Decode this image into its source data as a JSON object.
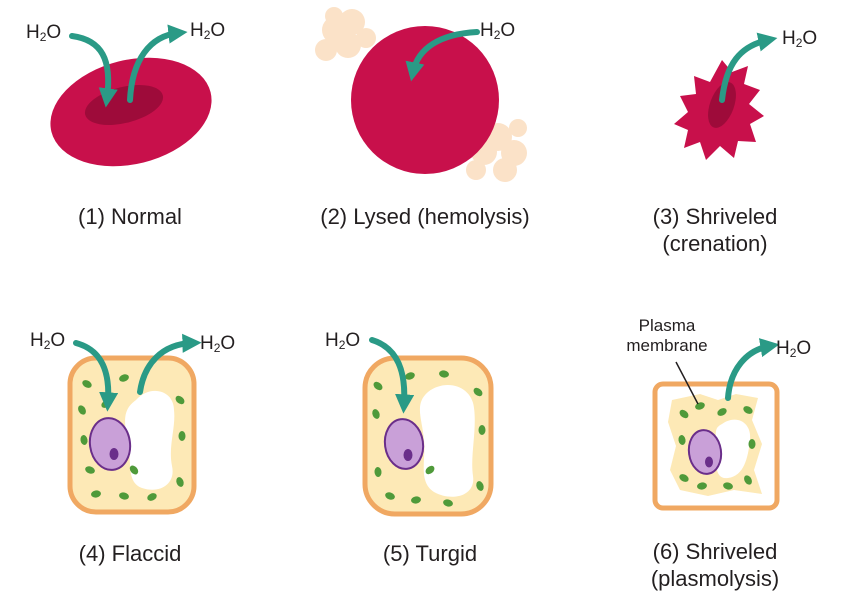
{
  "colors": {
    "blood_cell": "#c8104b",
    "blood_cell_center": "#9e0b3a",
    "burst_debris": "#fbe2c8",
    "arrow": "#2a9a86",
    "plant_wall": "#f0a862",
    "plant_cytoplasm": "#fde9b6",
    "vacuole": "#ffffff",
    "chloroplast": "#4f9a3a",
    "nucleus": "#c9a0d8",
    "nucleolus": "#6a2e8a"
  },
  "water": {
    "prefix": "H",
    "subscript": "2",
    "suffix": "O"
  },
  "panels": [
    {
      "number": "(1)",
      "caption_line1": "Normal",
      "caption_line2": ""
    },
    {
      "number": "(2)",
      "caption_line1": "Lysed (hemolysis)",
      "caption_line2": ""
    },
    {
      "number": "(3)",
      "caption_line1": "Shriveled",
      "caption_line2": "(crenation)"
    },
    {
      "number": "(4)",
      "caption_line1": "Flaccid",
      "caption_line2": ""
    },
    {
      "number": "(5)",
      "caption_line1": "Turgid",
      "caption_line2": ""
    },
    {
      "number": "(6)",
      "caption_line1": "Shriveled",
      "caption_line2": "(plasmolysis)"
    }
  ],
  "labels": {
    "plasma_membrane_line1": "Plasma",
    "plasma_membrane_line2": "membrane"
  }
}
